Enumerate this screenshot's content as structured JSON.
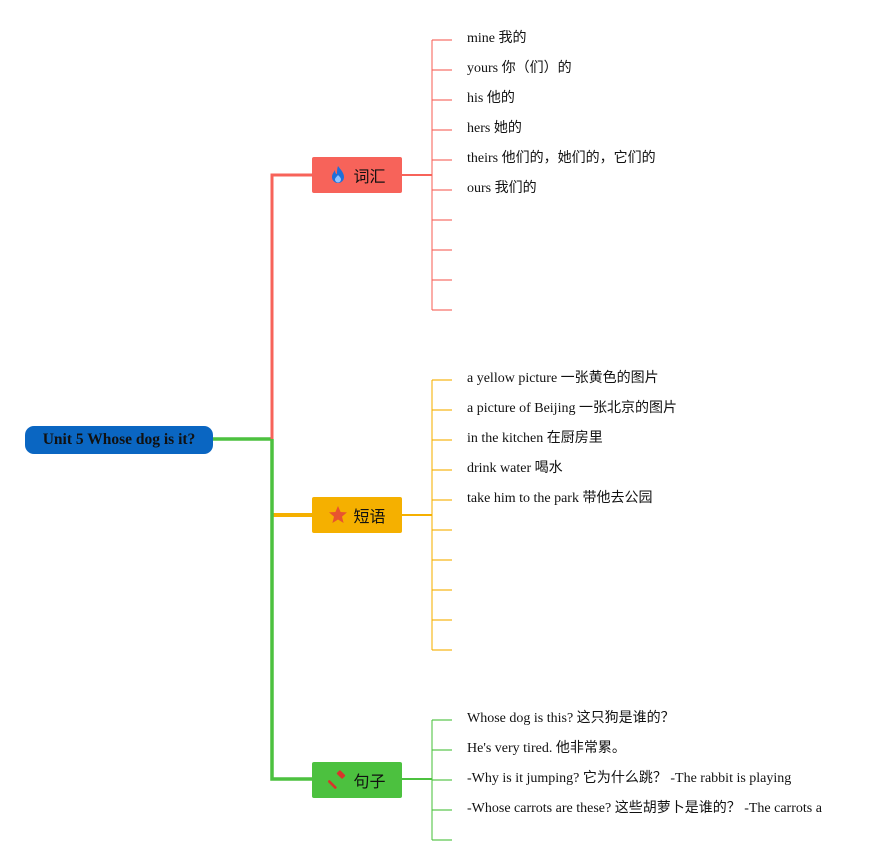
{
  "root": {
    "label": "Unit 5 Whose dog is it?"
  },
  "colors": {
    "root": "#0a66c2",
    "vocab": "#f7635a",
    "phrases": "#f5b000",
    "sentences": "#4cc13f"
  },
  "branches": [
    {
      "key": "vocab",
      "label": "词汇",
      "icon": "flame-icon",
      "items": [
        "mine 我的",
        "yours 你（们）的",
        "his 他的",
        "hers 她的",
        "theirs 他们的，她们的，它们的",
        "ours 我们的",
        "",
        "",
        "",
        ""
      ]
    },
    {
      "key": "phrases",
      "label": "短语",
      "icon": "star-icon",
      "items": [
        "a yellow picture 一张黄色的图片",
        "a picture of Beijing 一张北京的图片",
        "in the kitchen 在厨房里",
        "drink water 喝水",
        "take him to the park 带他去公园",
        "",
        "",
        "",
        "",
        ""
      ]
    },
    {
      "key": "sentences",
      "label": "句子",
      "icon": "hammer-icon",
      "items": [
        "Whose dog is this? 这只狗是谁的？",
        "He's very tired. 他非常累。",
        "-Why is it jumping? 它为什么跳？ -The rabbit is playing",
        "-Whose carrots are these? 这些胡萝卜是谁的？ -The carrots a",
        ""
      ]
    }
  ]
}
